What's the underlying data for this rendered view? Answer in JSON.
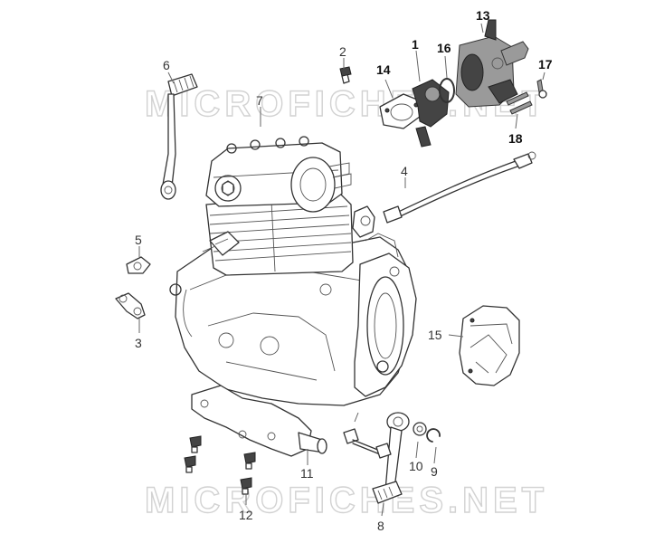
{
  "watermark": {
    "text": "MICROFICHES.NET"
  },
  "callouts": [
    {
      "id": "1",
      "label": "1",
      "bold": true
    },
    {
      "id": "2",
      "label": "2",
      "bold": false
    },
    {
      "id": "3",
      "label": "3",
      "bold": false
    },
    {
      "id": "4",
      "label": "4",
      "bold": false
    },
    {
      "id": "5",
      "label": "5",
      "bold": false
    },
    {
      "id": "6",
      "label": "6",
      "bold": false
    },
    {
      "id": "7",
      "label": "7",
      "bold": false
    },
    {
      "id": "8",
      "label": "8",
      "bold": false
    },
    {
      "id": "9",
      "label": "9",
      "bold": false
    },
    {
      "id": "10",
      "label": "10",
      "bold": false
    },
    {
      "id": "11",
      "label": "11",
      "bold": false
    },
    {
      "id": "12",
      "label": "12",
      "bold": false
    },
    {
      "id": "13",
      "label": "13",
      "bold": true
    },
    {
      "id": "14",
      "label": "14",
      "bold": true
    },
    {
      "id": "15",
      "label": "15",
      "bold": false
    },
    {
      "id": "16",
      "label": "16",
      "bold": true
    },
    {
      "id": "17",
      "label": "17",
      "bold": true
    },
    {
      "id": "18",
      "label": "18",
      "bold": true
    }
  ]
}
